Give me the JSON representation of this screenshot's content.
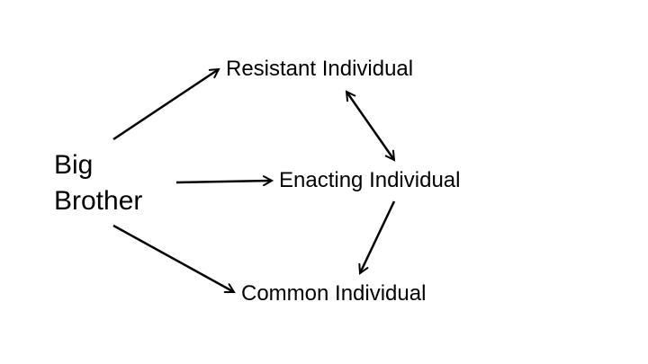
{
  "diagram": {
    "source": {
      "line1": "Big",
      "line2": "Brother"
    },
    "nodes": {
      "resistant": "Resistant Individual",
      "enacting": "Enacting Individual",
      "common": "Common Individual"
    },
    "edges": [
      {
        "from": "Big Brother",
        "to": "Resistant Individual",
        "direction": "forward"
      },
      {
        "from": "Big Brother",
        "to": "Enacting Individual",
        "direction": "forward"
      },
      {
        "from": "Big Brother",
        "to": "Common Individual",
        "direction": "forward"
      },
      {
        "from": "Resistant Individual",
        "to": "Enacting Individual",
        "direction": "both"
      },
      {
        "from": "Enacting Individual",
        "to": "Common Individual",
        "direction": "forward"
      }
    ],
    "colors": {
      "background": "#ffffff",
      "ink": "#000000"
    }
  }
}
